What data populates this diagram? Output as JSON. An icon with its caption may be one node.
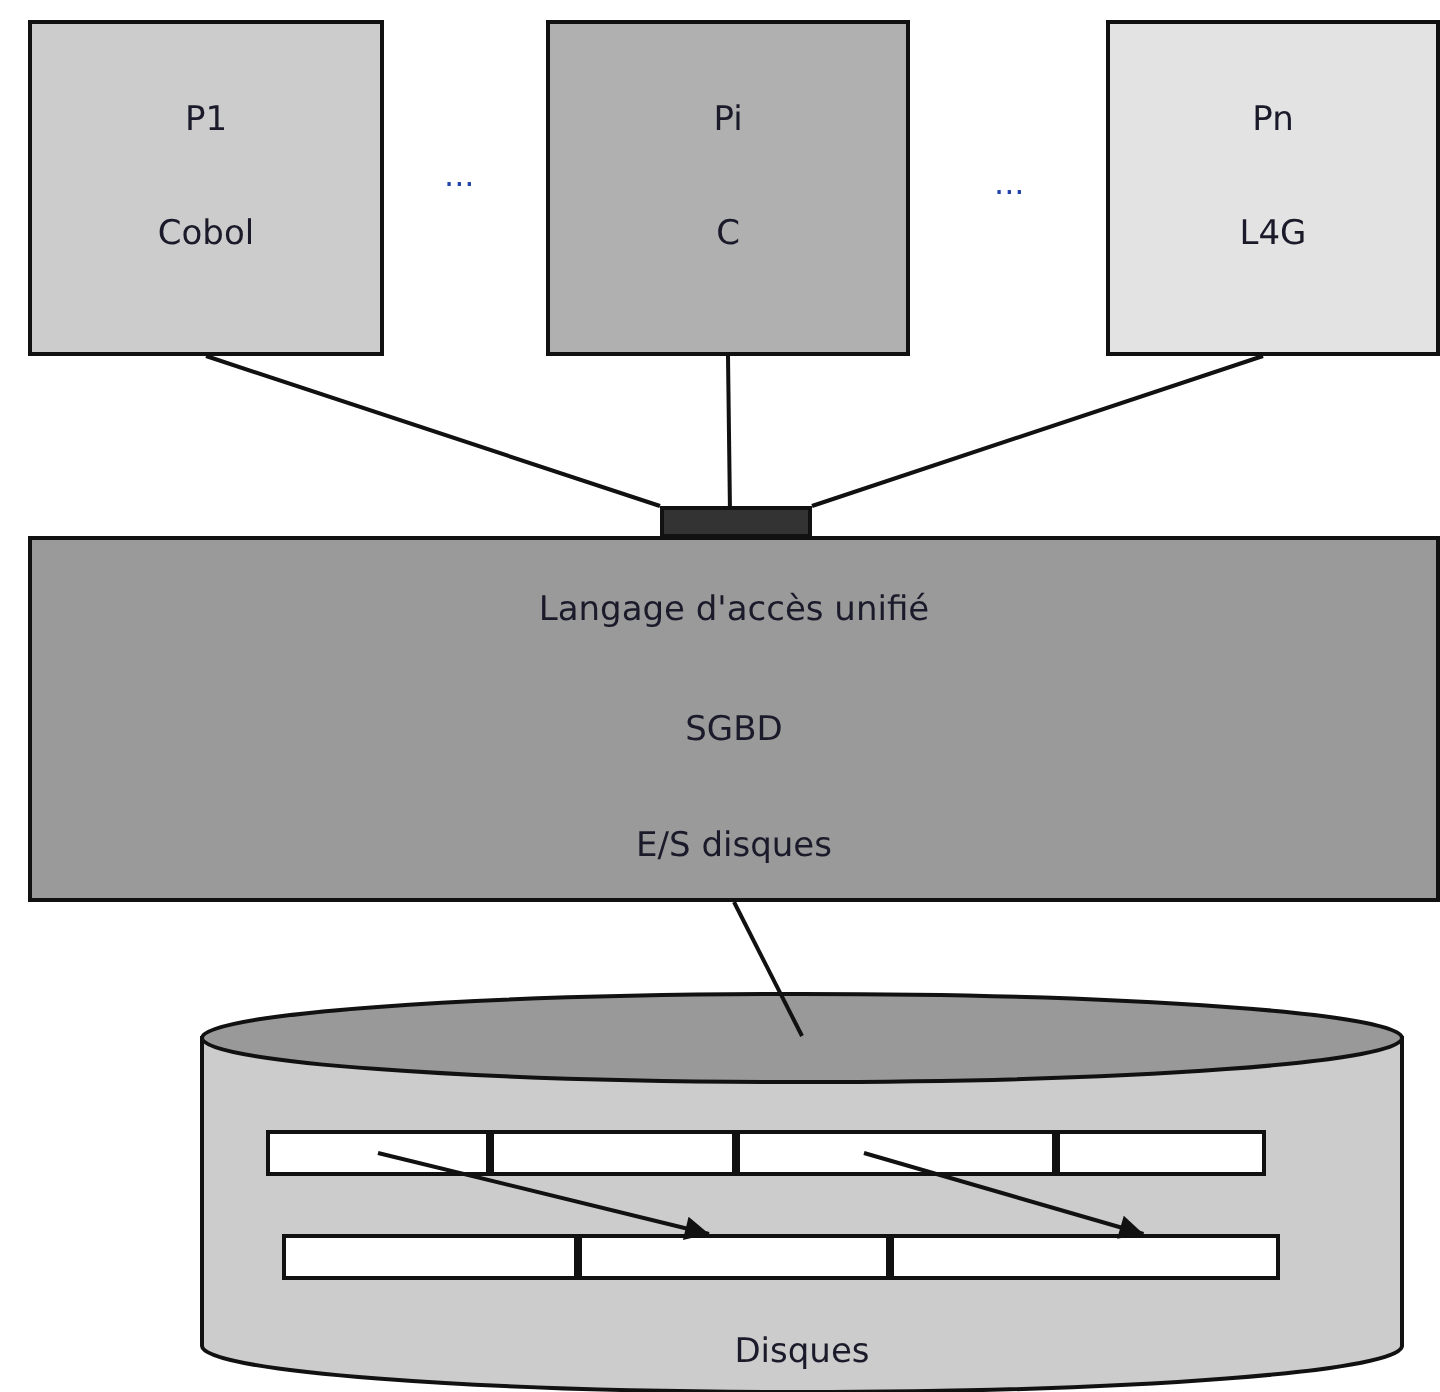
{
  "diagram": {
    "nodes": [
      {
        "text": [
          "P1",
          "Cobol"
        ]
      },
      {
        "text": [
          "Pi",
          "C"
        ]
      },
      {
        "text": [
          "Pn",
          "L4G"
        ]
      },
      {
        "text": [],
        "shape": "bar"
      },
      {
        "text": [
          "Langage d'accès unifié",
          "SGBD",
          "E/S disques"
        ]
      },
      {
        "text": [
          "Disques"
        ]
      },
      {
        "text": [],
        "shape": "box",
        "in": 5
      },
      {
        "text": [],
        "shape": "box",
        "in": 5
      },
      {
        "text": [],
        "shape": "box",
        "in": 5
      },
      {
        "text": [],
        "shape": "box",
        "in": 5
      },
      {
        "text": [],
        "shape": "box",
        "in": 5
      },
      {
        "text": [],
        "shape": "box",
        "in": 5
      },
      {
        "text": [],
        "shape": "box",
        "in": 5
      }
    ],
    "edges": [
      {
        "from": 0,
        "to": 3,
        "arrow": "none"
      },
      {
        "from": 1,
        "to": 3,
        "arrow": "none"
      },
      {
        "from": 2,
        "to": 3,
        "arrow": "none"
      },
      {
        "from": 4,
        "to": 5,
        "arrow": "none"
      },
      {
        "from": 6,
        "to": 11,
        "arrow": "to"
      },
      {
        "from": 8,
        "to": 12,
        "arrow": "to"
      }
    ],
    "labels": [
      "...",
      "..."
    ]
  }
}
